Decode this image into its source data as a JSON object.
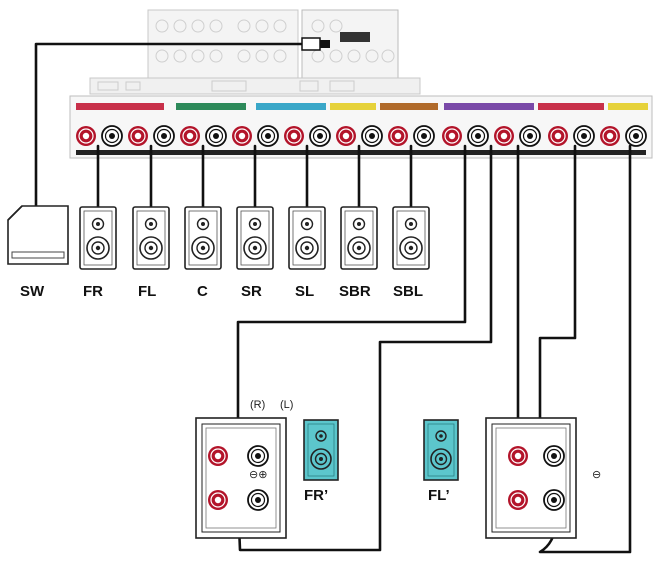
{
  "speaker_labels": {
    "sw": "SW",
    "fr": "FR",
    "fl": "FL",
    "c": "C",
    "sr": "SR",
    "sl": "SL",
    "sbr": "SBR",
    "sbl": "SBL",
    "fr_prime": "FR’",
    "fl_prime": "FL’"
  },
  "terminal_labels": {
    "right": "(R)",
    "left": "(L)",
    "minus_plus": "⊖⊕",
    "minus": "⊖"
  },
  "colors": {
    "terminal_red": "#b3142a",
    "terminal_white": "#ffffff",
    "speaker_teal": "#5cc6cc",
    "wire": "#111111",
    "strip_red": "#c8304a",
    "strip_green": "#2d8a5a",
    "strip_cyan": "#3aa7c8",
    "strip_brown": "#b06a2a",
    "strip_purple": "#7a4aa8",
    "strip_yellow": "#e6d23a"
  }
}
